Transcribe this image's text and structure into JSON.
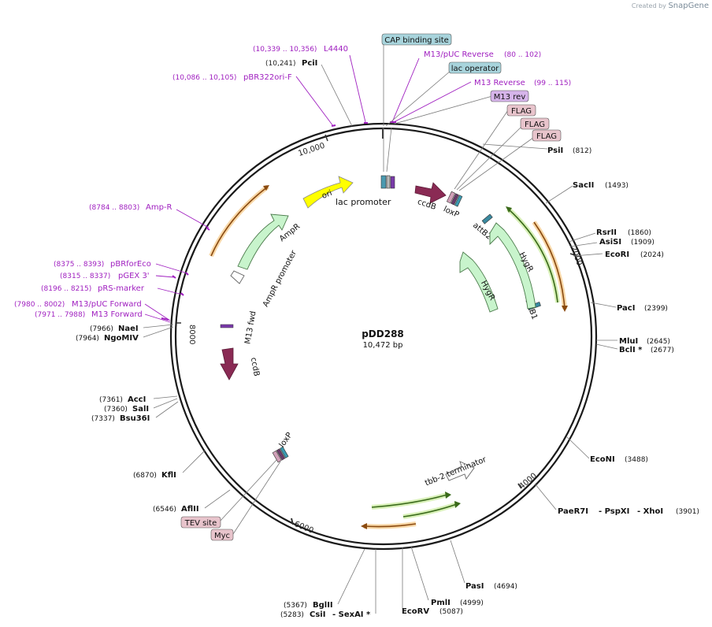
{
  "brand": {
    "created_by": "Created by",
    "logo": "SnapGene"
  },
  "plasmid": {
    "name": "pDD288",
    "size_label": "10,472 bp",
    "length": 10472
  },
  "ticks": [
    {
      "bp": 10000,
      "label": "10,000"
    },
    {
      "bp": 2000,
      "label": "2000"
    },
    {
      "bp": 4000,
      "label": "4000"
    },
    {
      "bp": 6000,
      "label": "6000"
    },
    {
      "bp": 8000,
      "label": "8000"
    }
  ],
  "right_sites": [
    {
      "name": "PsiI",
      "pos": "(812)"
    },
    {
      "name": "SacII",
      "pos": "(1493)"
    },
    {
      "name": "RsrII",
      "pos": "(1860)"
    },
    {
      "name": "AsiSI",
      "pos": "(1909)"
    },
    {
      "name": "EcoRI",
      "pos": "(2024)"
    },
    {
      "name": "PacI",
      "pos": "(2399)"
    },
    {
      "name": "MluI",
      "pos": "(2645)"
    },
    {
      "name": "BclI *",
      "pos": "(2677)"
    },
    {
      "name": "EcoNI",
      "pos": "(3488)"
    },
    {
      "name": "PaeR7I",
      "pos": "(3901)"
    },
    {
      "name": "- PspXI",
      "pos": ""
    },
    {
      "name": "- XhoI",
      "pos": ""
    }
  ],
  "bottom_sites": [
    {
      "name": "PasI",
      "pos": "(4694)"
    },
    {
      "name": "PmlI",
      "pos": "(4999)"
    },
    {
      "name": "EcoRV",
      "pos": "(5087)"
    },
    {
      "name": "BglII",
      "pos": "(5367)"
    },
    {
      "name": "CsiI",
      "pos": "(5283)"
    },
    {
      "name": "- SexAI *",
      "pos": ""
    }
  ],
  "left_sites": [
    {
      "name": "NaeI",
      "pos": "(7966)"
    },
    {
      "name": "NgoMIV",
      "pos": "(7964)"
    },
    {
      "name": "AccI",
      "pos": "(7361)"
    },
    {
      "name": "SalI",
      "pos": "(7360)"
    },
    {
      "name": "Bsu36I",
      "pos": "(7337)"
    },
    {
      "name": "KflI",
      "pos": "(6870)"
    },
    {
      "name": "AflII",
      "pos": "(6546)"
    }
  ],
  "top_sites": [
    {
      "name": "PciI",
      "pos": "(10,241)"
    }
  ],
  "primers": [
    {
      "name": "L4440",
      "range": "(10,339 .. 10,356)"
    },
    {
      "name": "pBR322ori-F",
      "range": "(10,086 .. 10,105)"
    },
    {
      "name": "M13/pUC Reverse",
      "range": "(80 .. 102)"
    },
    {
      "name": "M13 Reverse",
      "range": "(99 .. 115)"
    },
    {
      "name": "Amp-R",
      "range": "(8784 .. 8803)"
    },
    {
      "name": "pBRforEco",
      "range": "(8375 .. 8393)"
    },
    {
      "name": "pGEX 3'",
      "range": "(8315 .. 8337)"
    },
    {
      "name": "pRS-marker",
      "range": "(8196 .. 8215)"
    },
    {
      "name": "M13/pUC Forward",
      "range": "(7980 .. 8002)"
    },
    {
      "name": "M13 Forward",
      "range": "(7971 .. 7988)"
    }
  ],
  "boxed_features": [
    {
      "name": "CAP binding site",
      "color": "#a8d4dc"
    },
    {
      "name": "lac operator",
      "color": "#a8d4dc"
    },
    {
      "name": "M13 rev",
      "color": "#d6b4ea"
    },
    {
      "name": "FLAG",
      "color": "#e8c4cc"
    },
    {
      "name": "FLAG",
      "color": "#e8c4cc"
    },
    {
      "name": "FLAG",
      "color": "#e8c4cc"
    },
    {
      "name": "TEV site",
      "color": "#e8c4cc"
    },
    {
      "name": "Myc",
      "color": "#e8c4cc"
    }
  ],
  "feature_labels": {
    "ori": "ori",
    "lac_promoter": "lac promoter",
    "ccdB_top": "ccdB",
    "loxP_top": "loxP",
    "attB2": "attB2",
    "HygR_outer": "HygR",
    "HygR_inner": "HygR",
    "attB1": "attB1",
    "AmpR": "AmpR",
    "AmpR_promoter": "AmpR promoter",
    "M13_fwd": "M13 fwd",
    "ccdB_left": "ccdB",
    "loxP_bottom": "loxP",
    "tbb2_terminator": "tbb-2 terminator"
  },
  "colors": {
    "primer": "#a020c0",
    "ori": "#ffff00",
    "marker": "#c8f4cc",
    "ccdB": "#8a2a54",
    "orange_orf": "#f2a23a",
    "green_orf": "#6aa83c",
    "backbone": "#1a1a1a"
  }
}
